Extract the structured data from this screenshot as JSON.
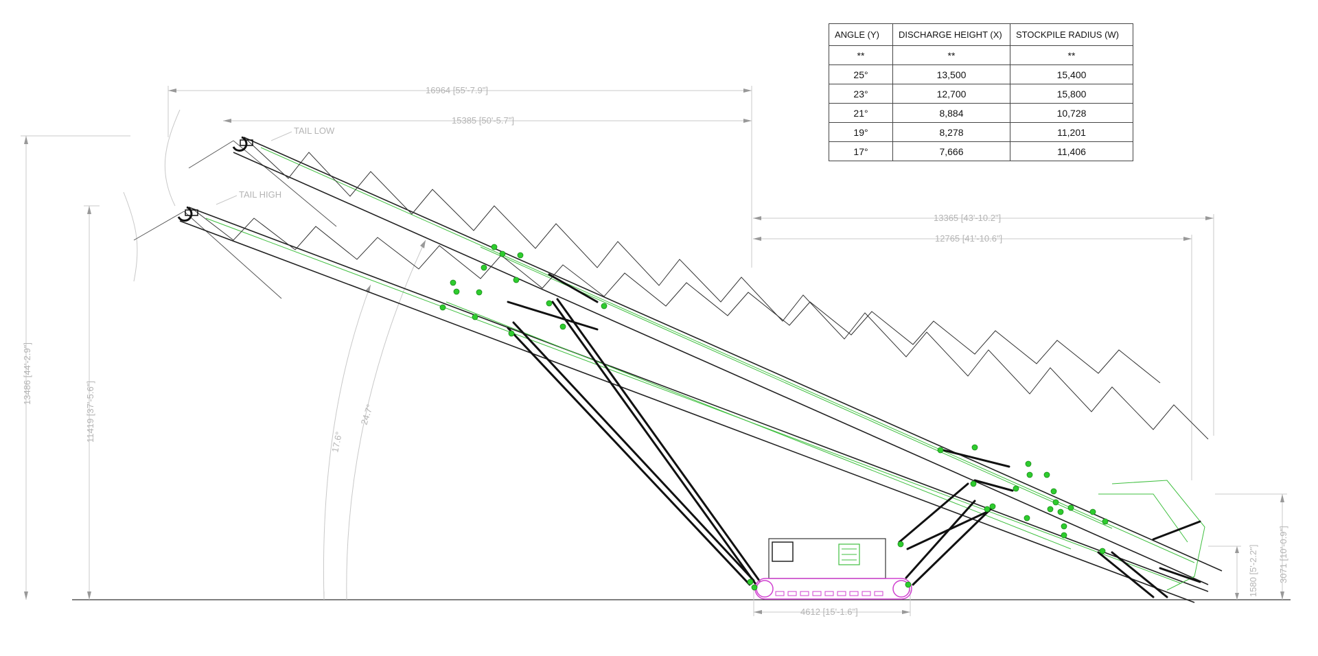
{
  "table": {
    "headers": [
      "ANGLE (Y)",
      "DISCHARGE HEIGHT (X)",
      "STOCKPILE RADIUS (W)"
    ],
    "rows": [
      [
        "**",
        "**",
        "**"
      ],
      [
        "25°",
        "13,500",
        "15,400"
      ],
      [
        "23°",
        "12,700",
        "15,800"
      ],
      [
        "21°",
        "8,884",
        "10,728"
      ],
      [
        "19°",
        "8,278",
        "11,201"
      ],
      [
        "17°",
        "7,666",
        "11,406"
      ]
    ]
  },
  "dimensions": {
    "overall_length": "16964  [55'-7.9\"]",
    "tail_length": "15385  [50'-5.7\"]",
    "reach_upper": "13365  [43'-10.2\"]",
    "reach_lower": "12765  [41'-10.6\"]",
    "height_left_outer": "13486  [44'-2.9\"]",
    "height_left_inner": "11419  [37'-5.6\"]",
    "height_right_outer": "3071  [10'-0.9\"]",
    "height_right_inner": "1580  [5'-2.2\"]",
    "track_length": "4612  [15'-1.6\"]",
    "angle_low": "17.6°",
    "angle_high": "24.7°"
  },
  "labels": {
    "tail_low": "TAIL LOW",
    "tail_high": "TAIL HIGH"
  },
  "colors": {
    "linework": "#222222",
    "dimension": "#b4b4b4",
    "pins": "#2ecc2e",
    "track": "#d040d0"
  }
}
